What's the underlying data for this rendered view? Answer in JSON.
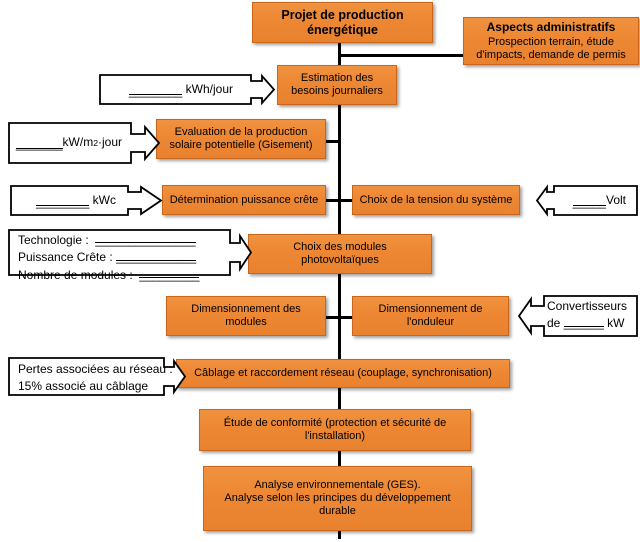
{
  "diagram": {
    "title": "Projet de production énergétique",
    "type": "flowchart",
    "language": "fr",
    "accent_color": "#ed8733",
    "accent_border_color": "#c9661c",
    "callout_fill": "#ffffff",
    "line_color": "#000000",
    "background": "#ffffff"
  },
  "nodes": {
    "project": {
      "label": "Projet de production\nénergétique",
      "line1": "Projet de production",
      "line2": "énergétique"
    },
    "admin": {
      "title": "Aspects administratifs",
      "sub_line1": "Prospection terrain, étude",
      "sub_line2": "d'impacts, demande de permis"
    },
    "besoins": {
      "line1": "Estimation des",
      "line2": "besoins journaliers"
    },
    "gisement": {
      "line1": "Evaluation de la production",
      "line2": "solaire potentielle (Gisement)"
    },
    "puissance_crete": {
      "label": "Détermination puissance crête"
    },
    "tension": {
      "label": "Choix de la tension du système"
    },
    "modules": {
      "line1": "Choix des modules",
      "line2": "photovoltaïques"
    },
    "dim_modules": {
      "line1": "Dimensionnement des",
      "line2": "modules"
    },
    "dim_onduleur": {
      "line1": "Dimensionnement de",
      "line2": "l'onduleur"
    },
    "cablage": {
      "label": "Câblage et raccordement réseau (couplage, synchronisation)"
    },
    "conformite": {
      "line1": "Étude de conformité (protection et sécurité de",
      "line2": "l'installation)"
    },
    "analyse": {
      "line1": "Analyse environnementale (GES).",
      "line2": "Analyse selon les principes du développement",
      "line3": "durable"
    }
  },
  "callouts": {
    "kwh_jour": {
      "blank": "________",
      "unit": "kWh/jour",
      "direction": "right"
    },
    "kw_m2_jour": {
      "blank": "_______",
      "unit": "kW/m",
      "sup": "2",
      "unit_tail": "·jour",
      "direction": "right"
    },
    "kwc": {
      "blank": "________",
      "unit": "kWc",
      "direction": "right"
    },
    "volt": {
      "blank": "_____",
      "unit": "Volt",
      "direction": "left"
    },
    "modules_spec": {
      "row1_label": "Technologie :",
      "row1_blank": "_______________",
      "row2_label": "Puissance Crête :",
      "row2_blank": "____________",
      "row3_label": "Nombre de modules :",
      "row3_blank": "_________",
      "direction": "right"
    },
    "convertisseurs": {
      "line1": "Convertisseurs",
      "line2_pre": "de",
      "line2_blank": "______",
      "line2_post": "kW",
      "direction": "left"
    },
    "pertes": {
      "line1": "Pertes associées au réseau :",
      "line2": "15% associé au câblage",
      "direction": "right"
    }
  }
}
